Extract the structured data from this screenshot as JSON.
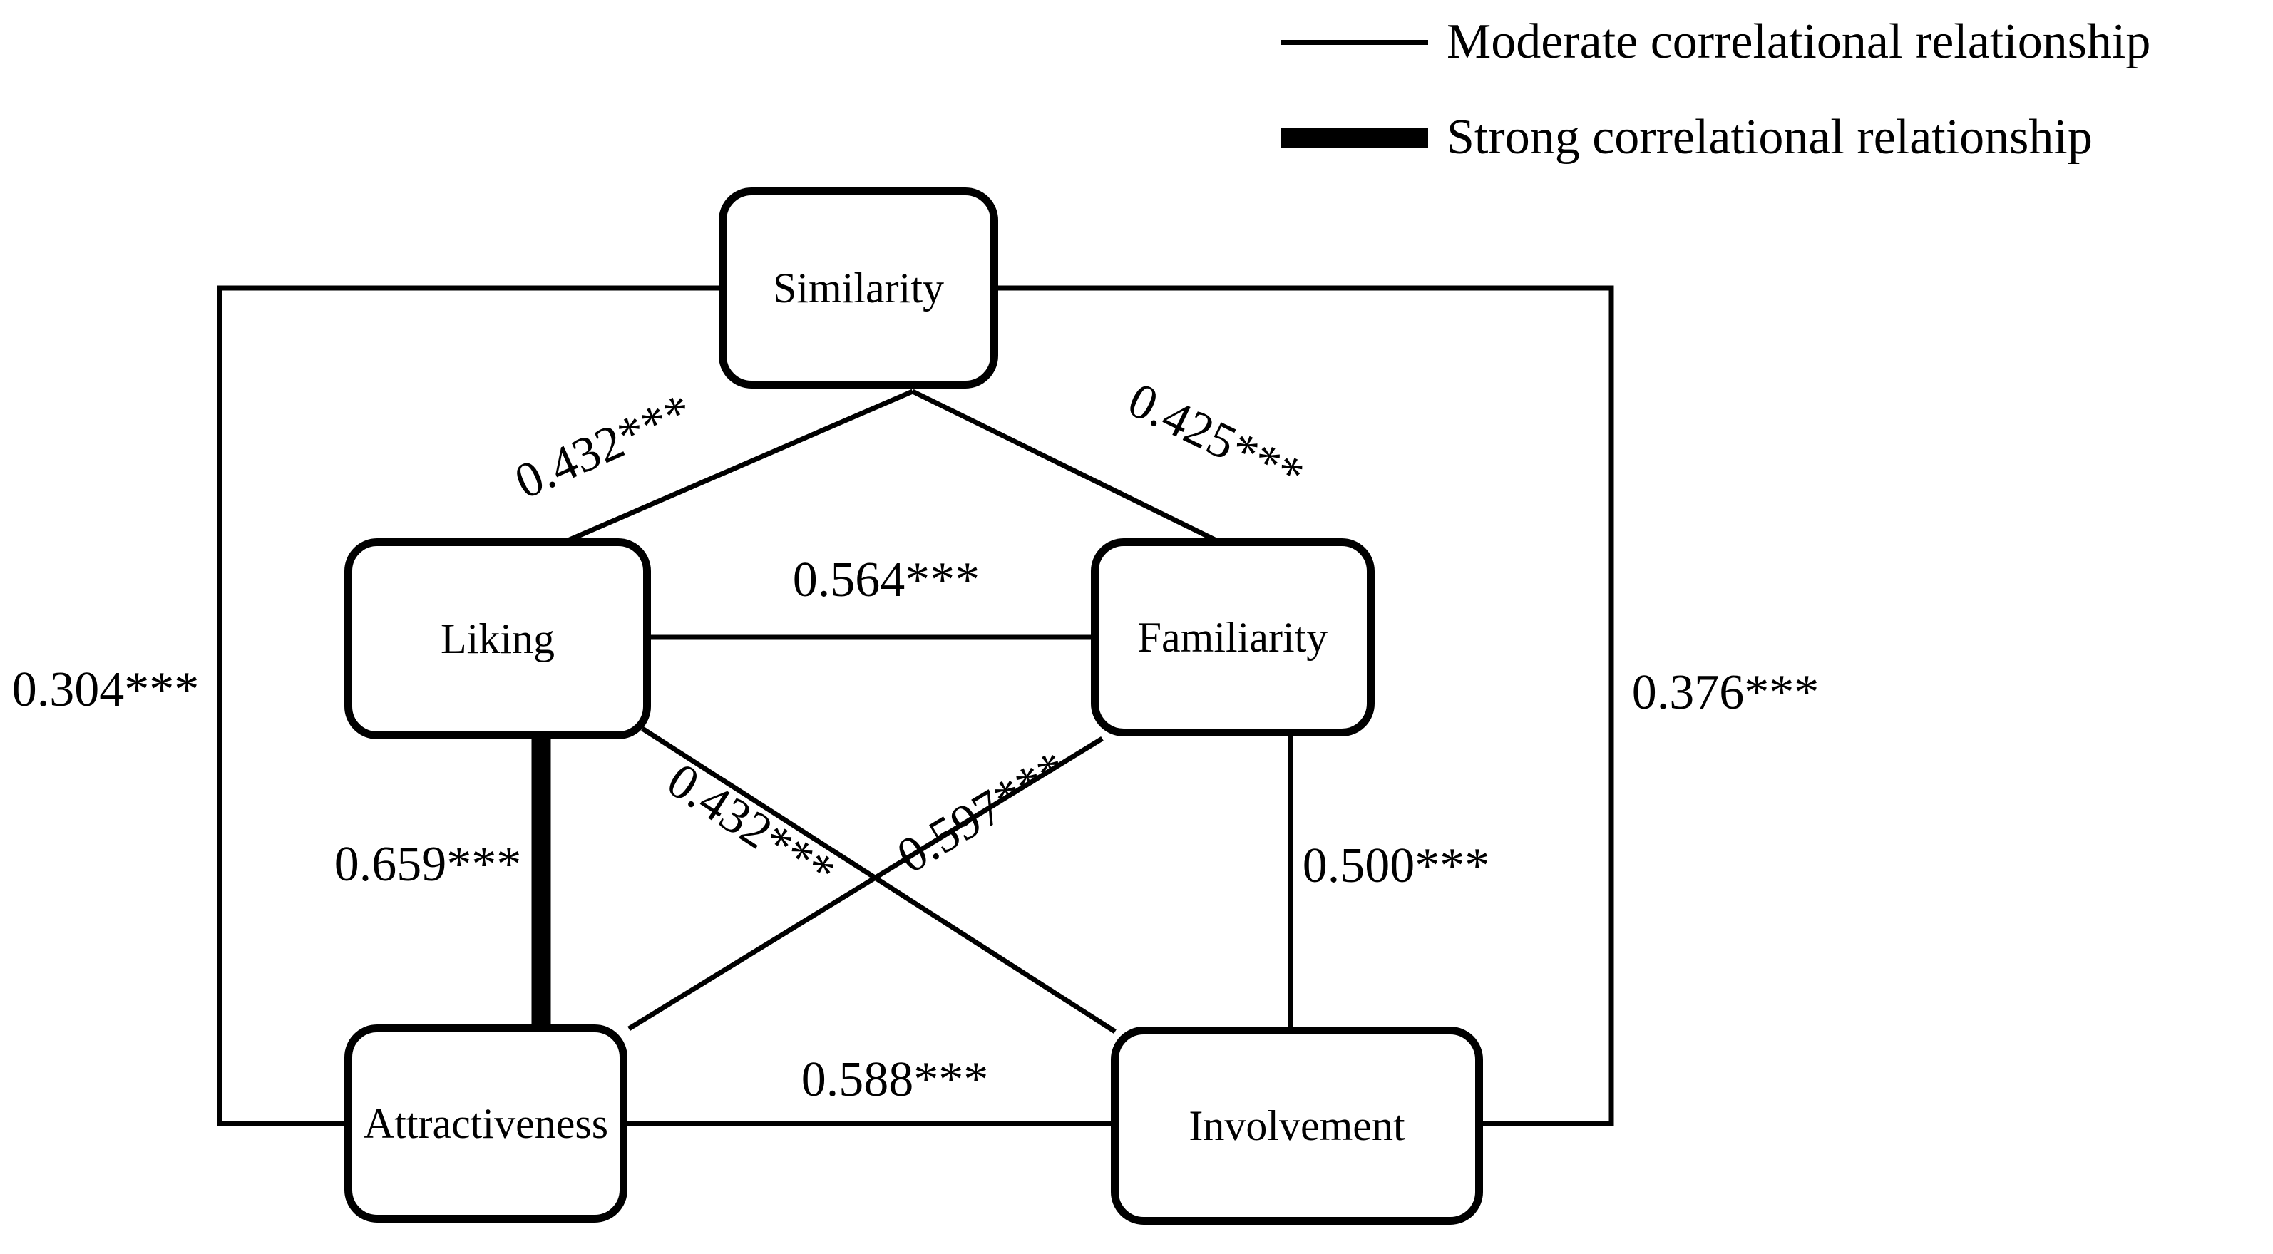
{
  "figure": {
    "background": "#ffffff",
    "line_color": "#000000",
    "text_color": "#000000"
  },
  "legend": {
    "moderate": {
      "label": "Moderate correlational relationship"
    },
    "strong": {
      "label": "Strong correlational relationship"
    }
  },
  "nodes": {
    "similarity": {
      "label": "Similarity"
    },
    "liking": {
      "label": "Liking"
    },
    "familiarity": {
      "label": "Familiarity"
    },
    "attractiveness": {
      "label": "Attractiveness"
    },
    "involvement": {
      "label": "Involvement"
    }
  },
  "edges": {
    "similarity_liking": {
      "value": "0.432***",
      "strength": "moderate"
    },
    "similarity_familiarity": {
      "value": "0.425***",
      "strength": "moderate"
    },
    "similarity_attractiveness": {
      "value": "0.304***",
      "strength": "moderate"
    },
    "similarity_involvement": {
      "value": "0.376***",
      "strength": "moderate"
    },
    "liking_familiarity": {
      "value": "0.564***",
      "strength": "moderate"
    },
    "liking_attractiveness": {
      "value": "0.659***",
      "strength": "strong"
    },
    "liking_involvement": {
      "value": "0.432***",
      "strength": "moderate"
    },
    "familiarity_attractiveness": {
      "value": "0.597***",
      "strength": "moderate"
    },
    "familiarity_involvement": {
      "value": "0.500***",
      "strength": "moderate"
    },
    "attractiveness_involvement": {
      "value": "0.588***",
      "strength": "moderate"
    }
  }
}
